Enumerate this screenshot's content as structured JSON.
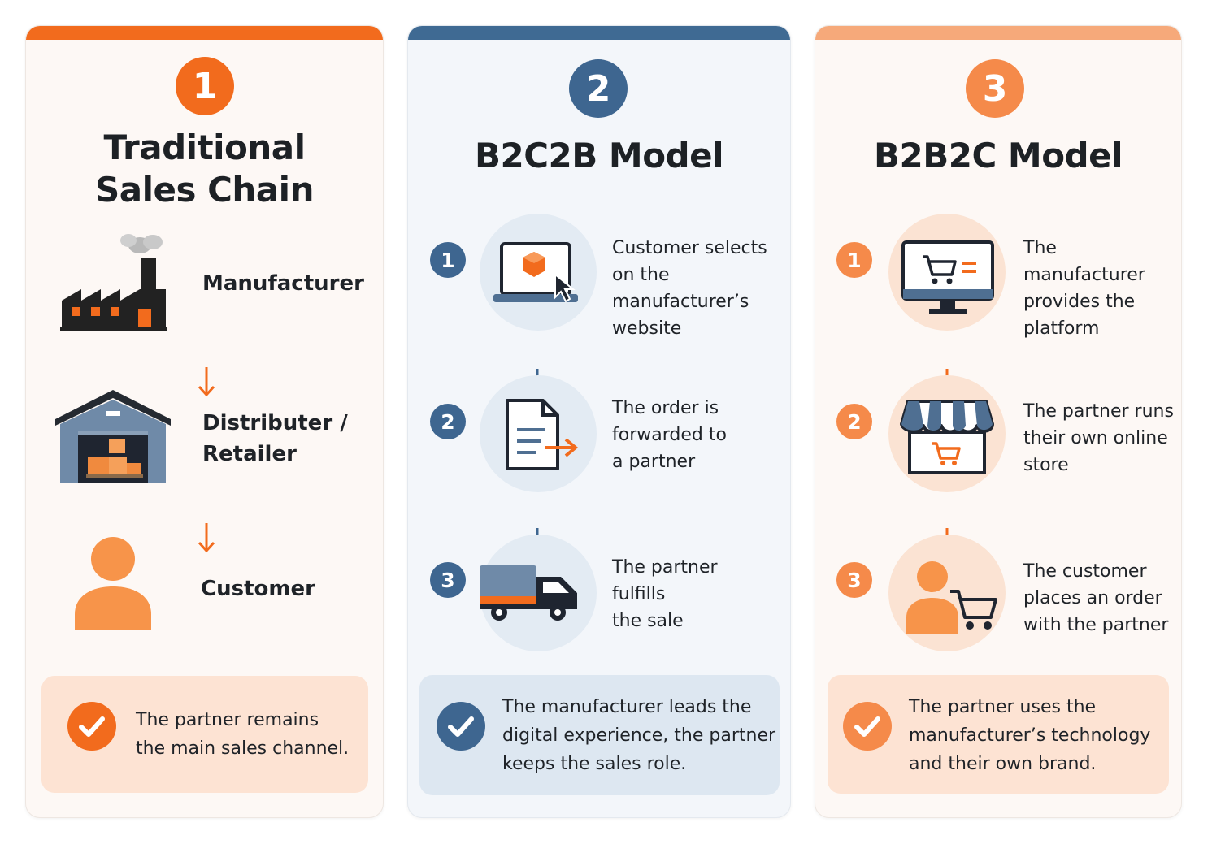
{
  "colors": {
    "orange": "#f26b1d",
    "orange_light": "#f58a4a",
    "blue": "#3e6690",
    "peach": "#fde3d3",
    "light_blue": "#dde7f1"
  },
  "columns": [
    {
      "number": "1",
      "title_lines": [
        "Traditional",
        "Sales Chain"
      ],
      "steps": [
        {
          "icon": "factory-icon",
          "label": "Manufacturer"
        },
        {
          "icon": "warehouse-icon",
          "label_lines": [
            "Distributer /",
            "Retailer"
          ]
        },
        {
          "icon": "person-icon",
          "label": "Customer"
        }
      ],
      "note_lines": [
        "The partner remains",
        "the main sales channel."
      ]
    },
    {
      "number": "2",
      "title": "B2C2B Model",
      "steps": [
        {
          "num": "1",
          "icon": "laptop-cursor-icon",
          "lines": [
            "Customer selects",
            "on the manufacturer’s",
            "website"
          ]
        },
        {
          "num": "2",
          "icon": "document-forward-icon",
          "lines": [
            "The order is",
            "forwarded to",
            "a partner"
          ]
        },
        {
          "num": "3",
          "icon": "truck-icon",
          "lines": [
            "The partner",
            "fulfills",
            "the sale"
          ]
        }
      ],
      "note_lines": [
        "The manufacturer leads the",
        "digital experience, the partner",
        "keeps the sales role."
      ]
    },
    {
      "number": "3",
      "title": "B2B2C Model",
      "steps": [
        {
          "num": "1",
          "icon": "monitor-cart-icon",
          "lines": [
            "The manufacturer",
            "provides the",
            "platform"
          ]
        },
        {
          "num": "2",
          "icon": "storefront-icon",
          "lines": [
            "The partner runs",
            "their own online",
            "store"
          ]
        },
        {
          "num": "3",
          "icon": "person-cart-icon",
          "lines": [
            "The customer",
            "places an order",
            "with the partner"
          ]
        }
      ],
      "note_lines": [
        "The partner uses the",
        "manufacturer’s technology",
        "and their own brand."
      ]
    }
  ]
}
